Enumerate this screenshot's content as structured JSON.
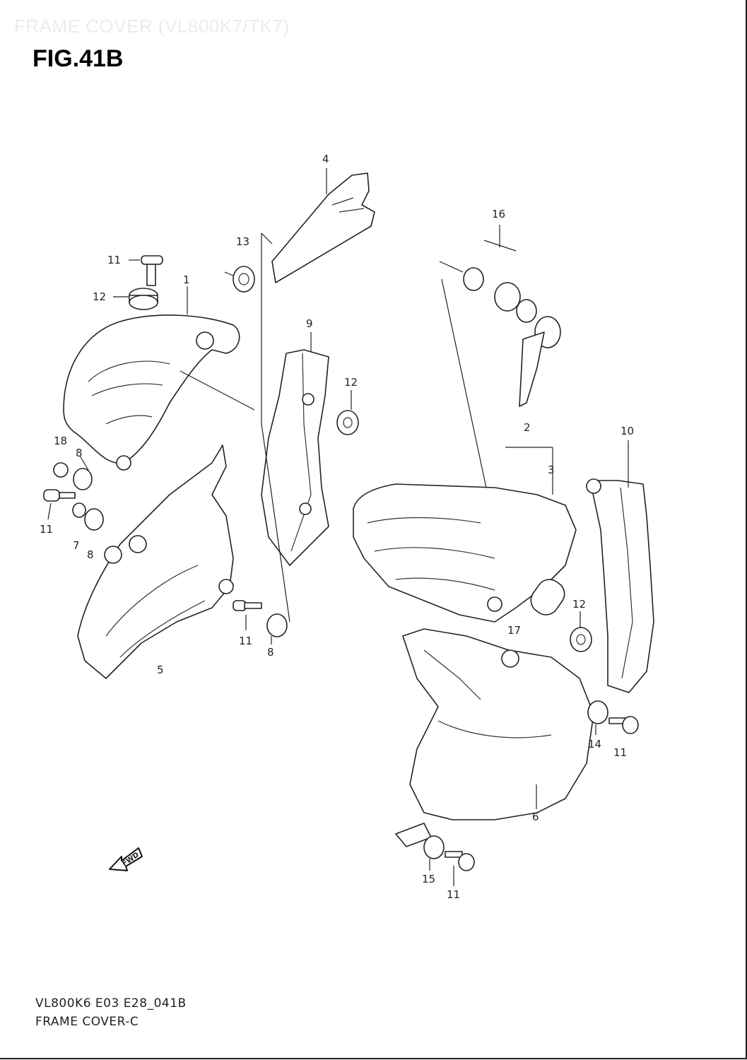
{
  "header": {
    "watermark": "FRAME COVER (VL800K7/TK7)",
    "figure": "FIG.41B"
  },
  "footer": {
    "code": "VL800K6 E03 E28_041B",
    "name": "FRAME COVER-C"
  },
  "fwd_label": "FWD",
  "callouts": [
    "4",
    "16",
    "13",
    "11",
    "1",
    "12",
    "9",
    "12",
    "18",
    "8",
    "2",
    "10",
    "3",
    "11",
    "7",
    "8",
    "12",
    "17",
    "11",
    "8",
    "5",
    "14",
    "11",
    "6",
    "15",
    "11"
  ]
}
